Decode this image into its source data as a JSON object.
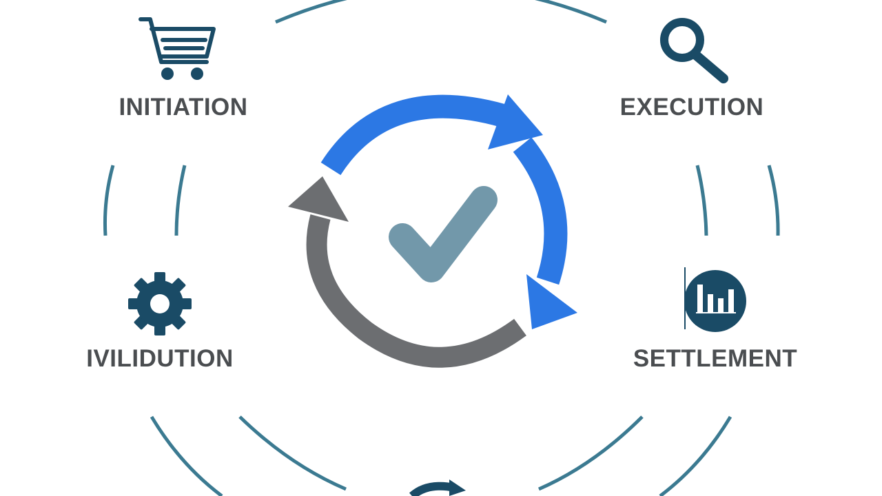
{
  "diagram": {
    "stages": [
      {
        "id": "initiation",
        "label": "INITIATION",
        "icon": "shopping-cart-icon"
      },
      {
        "id": "execution",
        "label": "EXECUTION",
        "icon": "magnifier-icon"
      },
      {
        "id": "validation",
        "label": "IVILIDUTION",
        "icon": "gear-icon"
      },
      {
        "id": "settlement",
        "label": "SETTLEMENT",
        "icon": "bar-chart-icon"
      }
    ],
    "center_icon": "circular-arrows-checkmark-icon",
    "bottom_icon": "refresh-icon-partial",
    "colors": {
      "ring": "#3b7a91",
      "icon": "#1a4b66",
      "label": "#4a4d50",
      "arrow_blue": "#2c78e4",
      "arrow_gray": "#6c6e71",
      "check": "#7298aa"
    }
  }
}
